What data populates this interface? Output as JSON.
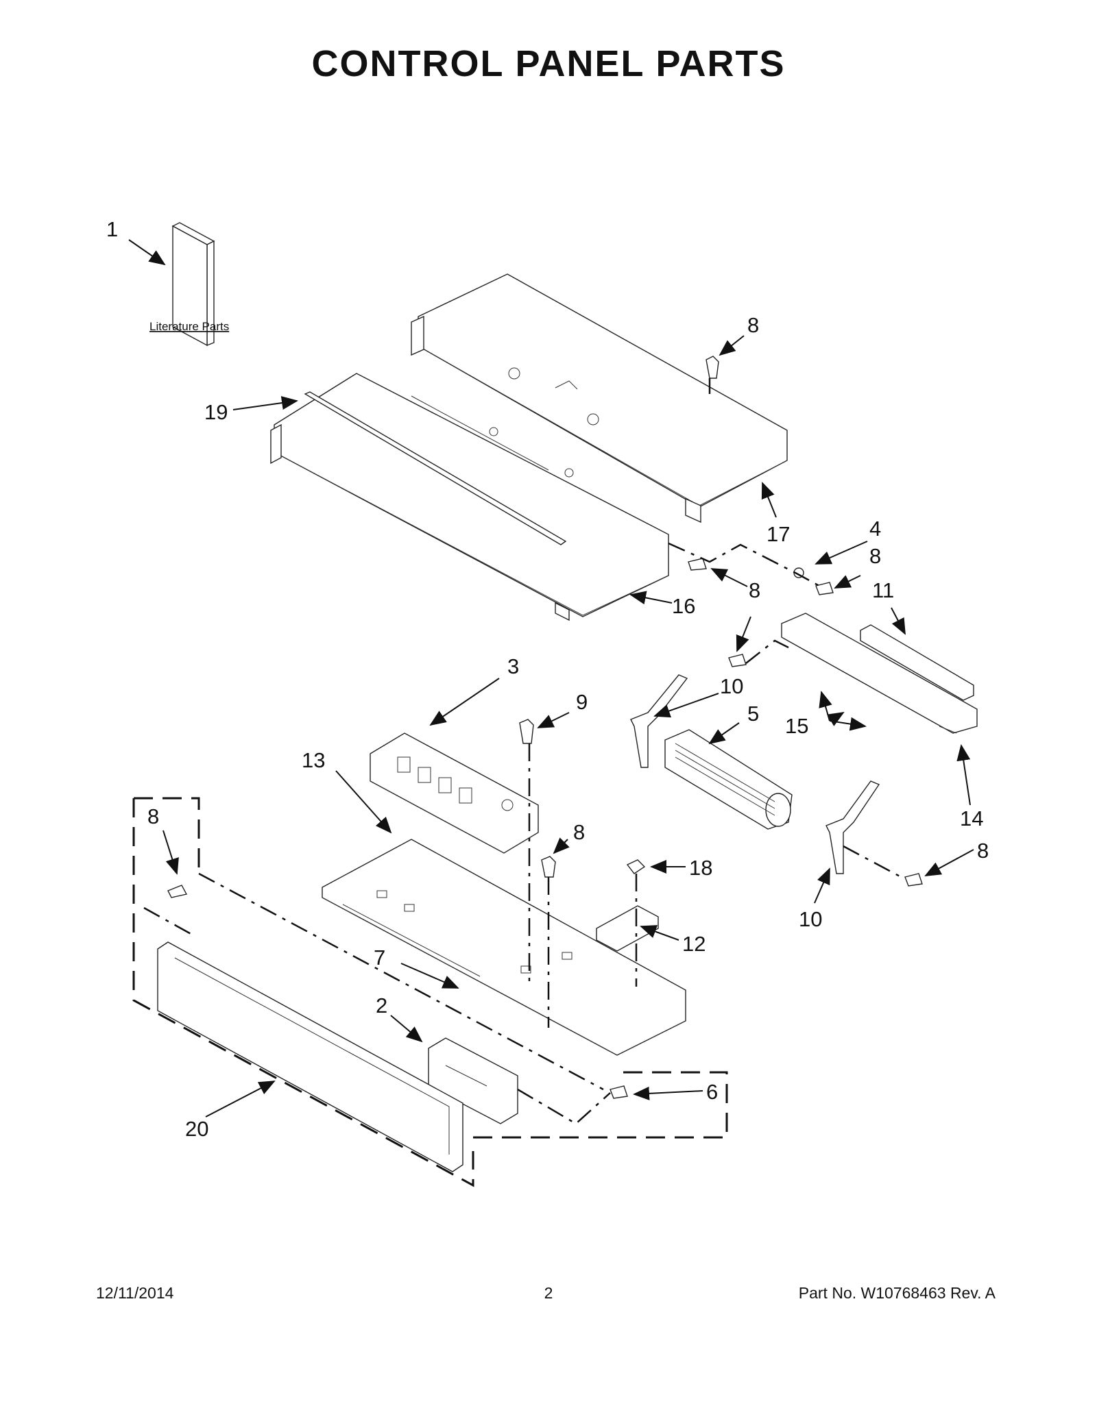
{
  "title": "CONTROL PANEL PARTS",
  "literature_label": "Literature Parts",
  "callouts": {
    "c1": "1",
    "c19": "19",
    "c8a": "8",
    "c17": "17",
    "c4": "4",
    "c8b": "8",
    "c11": "11",
    "c8c": "8",
    "c16": "16",
    "c3": "3",
    "c9": "9",
    "c10a": "10",
    "c5": "5",
    "c15": "15",
    "c13": "13",
    "c8d": "8",
    "c8e": "8",
    "c18": "18",
    "c14": "14",
    "c8f": "8",
    "c12": "12",
    "c10b": "10",
    "c7": "7",
    "c2": "2",
    "c6": "6",
    "c20": "20"
  },
  "footer": {
    "date": "12/11/2014",
    "page": "2",
    "part_number": "Part No.  W10768463  Rev.  A"
  }
}
